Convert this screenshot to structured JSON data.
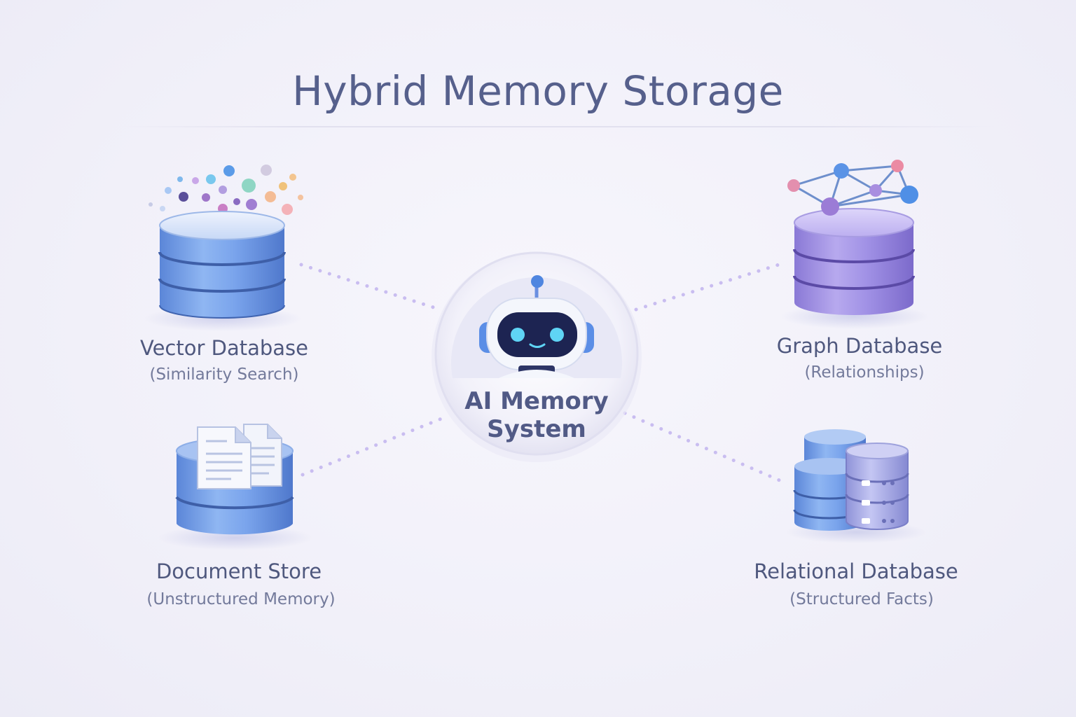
{
  "title": "Hybrid Memory Storage",
  "center": {
    "line1": "AI Memory",
    "line2": "System"
  },
  "nodes": {
    "vector": {
      "label": "Vector Database",
      "sublabel": "(Similarity Search)"
    },
    "graph": {
      "label": "Graph Database",
      "sublabel": "(Relationships)"
    },
    "document": {
      "label": "Document Store",
      "sublabel": "(Unstructured Memory)"
    },
    "relational": {
      "label": "Relational Database",
      "sublabel": "(Structured Facts)"
    }
  },
  "colors": {
    "title": "#56608c",
    "blue_db": "#6f9ee8",
    "purple_db": "#9a8ee0",
    "connector": "#c9bdf0"
  }
}
